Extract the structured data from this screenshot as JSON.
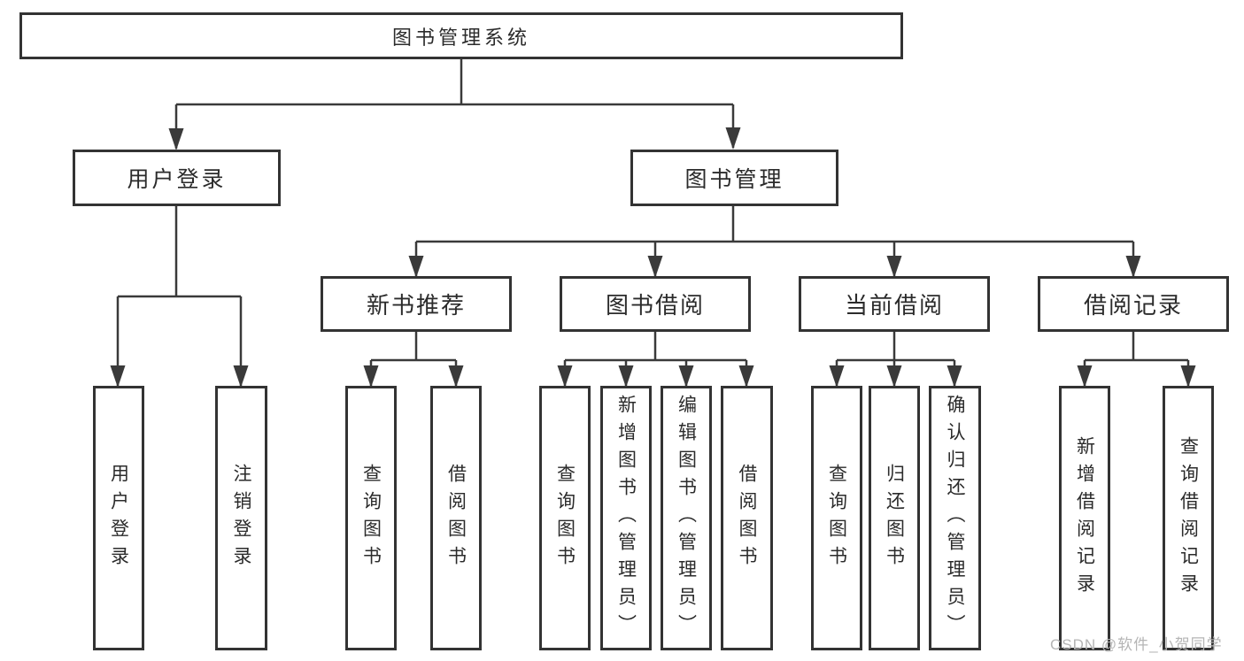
{
  "diagram": {
    "title": "图书管理系统",
    "level2": [
      {
        "label": "用户登录"
      },
      {
        "label": "图书管理"
      }
    ],
    "level3": [
      {
        "label": "新书推荐"
      },
      {
        "label": "图书借阅"
      },
      {
        "label": "当前借阅"
      },
      {
        "label": "借阅记录"
      }
    ],
    "leaves": {
      "user_login": [
        "用户登录",
        "注销登录"
      ],
      "new_book_recommend": [
        "查询图书",
        "借阅图书"
      ],
      "book_borrow": [
        "查询图书",
        "新增图书（管理员）",
        "编辑图书（管理员）",
        "借阅图书"
      ],
      "current_borrow": [
        "查询图书",
        "归还图书",
        "确认归还（管理员）"
      ],
      "borrow_records": [
        "新增借阅记录",
        "查询借阅记录"
      ]
    }
  },
  "watermark": {
    "text": "CSDN @软件_小贺同学"
  },
  "colors": {
    "line": "#3a3a3a",
    "box_border": "#333333",
    "box_background": "#ffffff",
    "text": "#2b2b2b",
    "page_background": "#ffffff",
    "watermark": "#b5b5b5"
  }
}
